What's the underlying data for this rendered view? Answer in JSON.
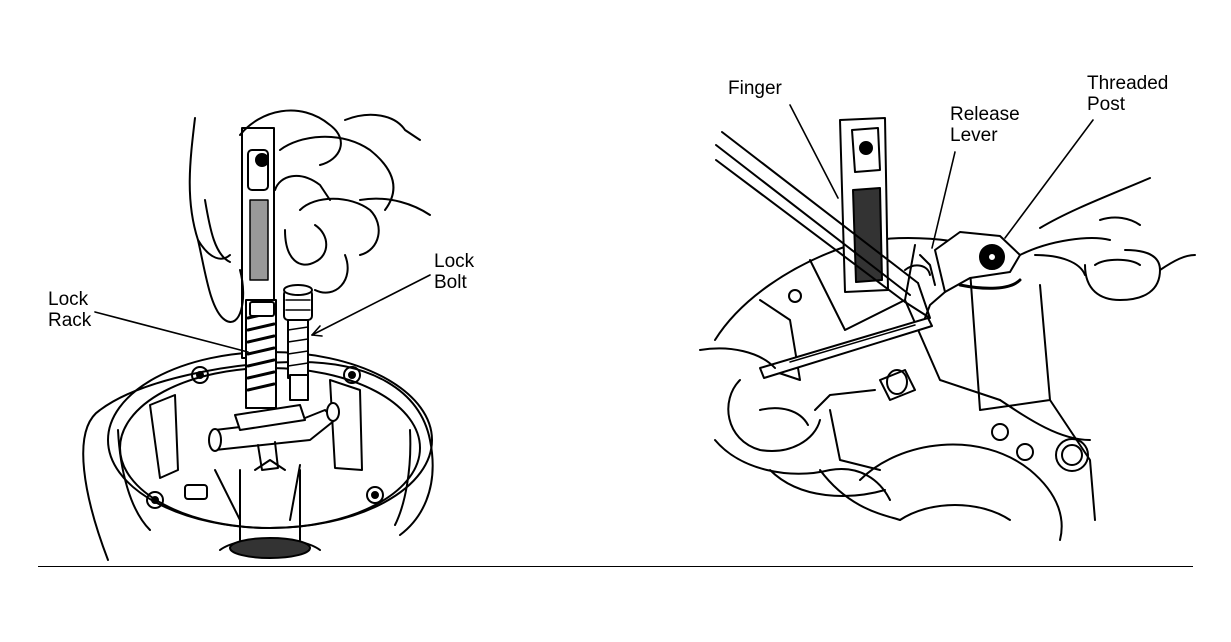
{
  "left_panel": {
    "labels": {
      "lock_rack": "Lock\nRack",
      "lock_bolt": "Lock\nBolt"
    }
  },
  "right_panel": {
    "labels": {
      "finger": "Finger",
      "release_lever": "Release\nLever",
      "threaded_post": "Threaded\nPost"
    }
  },
  "colors": {
    "ink": "#000000",
    "paper": "#ffffff",
    "shade": "#888888"
  }
}
